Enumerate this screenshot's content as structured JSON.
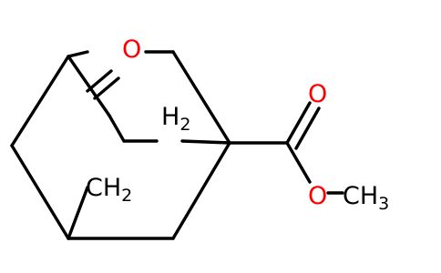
{
  "molecule": {
    "atoms": {
      "ketone_o": "O",
      "carbonyl_o": "O",
      "ester_o": "O",
      "ch3": {
        "base": "CH",
        "sub": "3"
      },
      "ch2_bridge": {
        "base": "CH",
        "sub": "2"
      },
      "h2_bridge": {
        "base": "H",
        "sub": "2"
      }
    },
    "colors": {
      "bond": "#000000",
      "text": "#000000",
      "oxygen": "#ff0000"
    }
  }
}
